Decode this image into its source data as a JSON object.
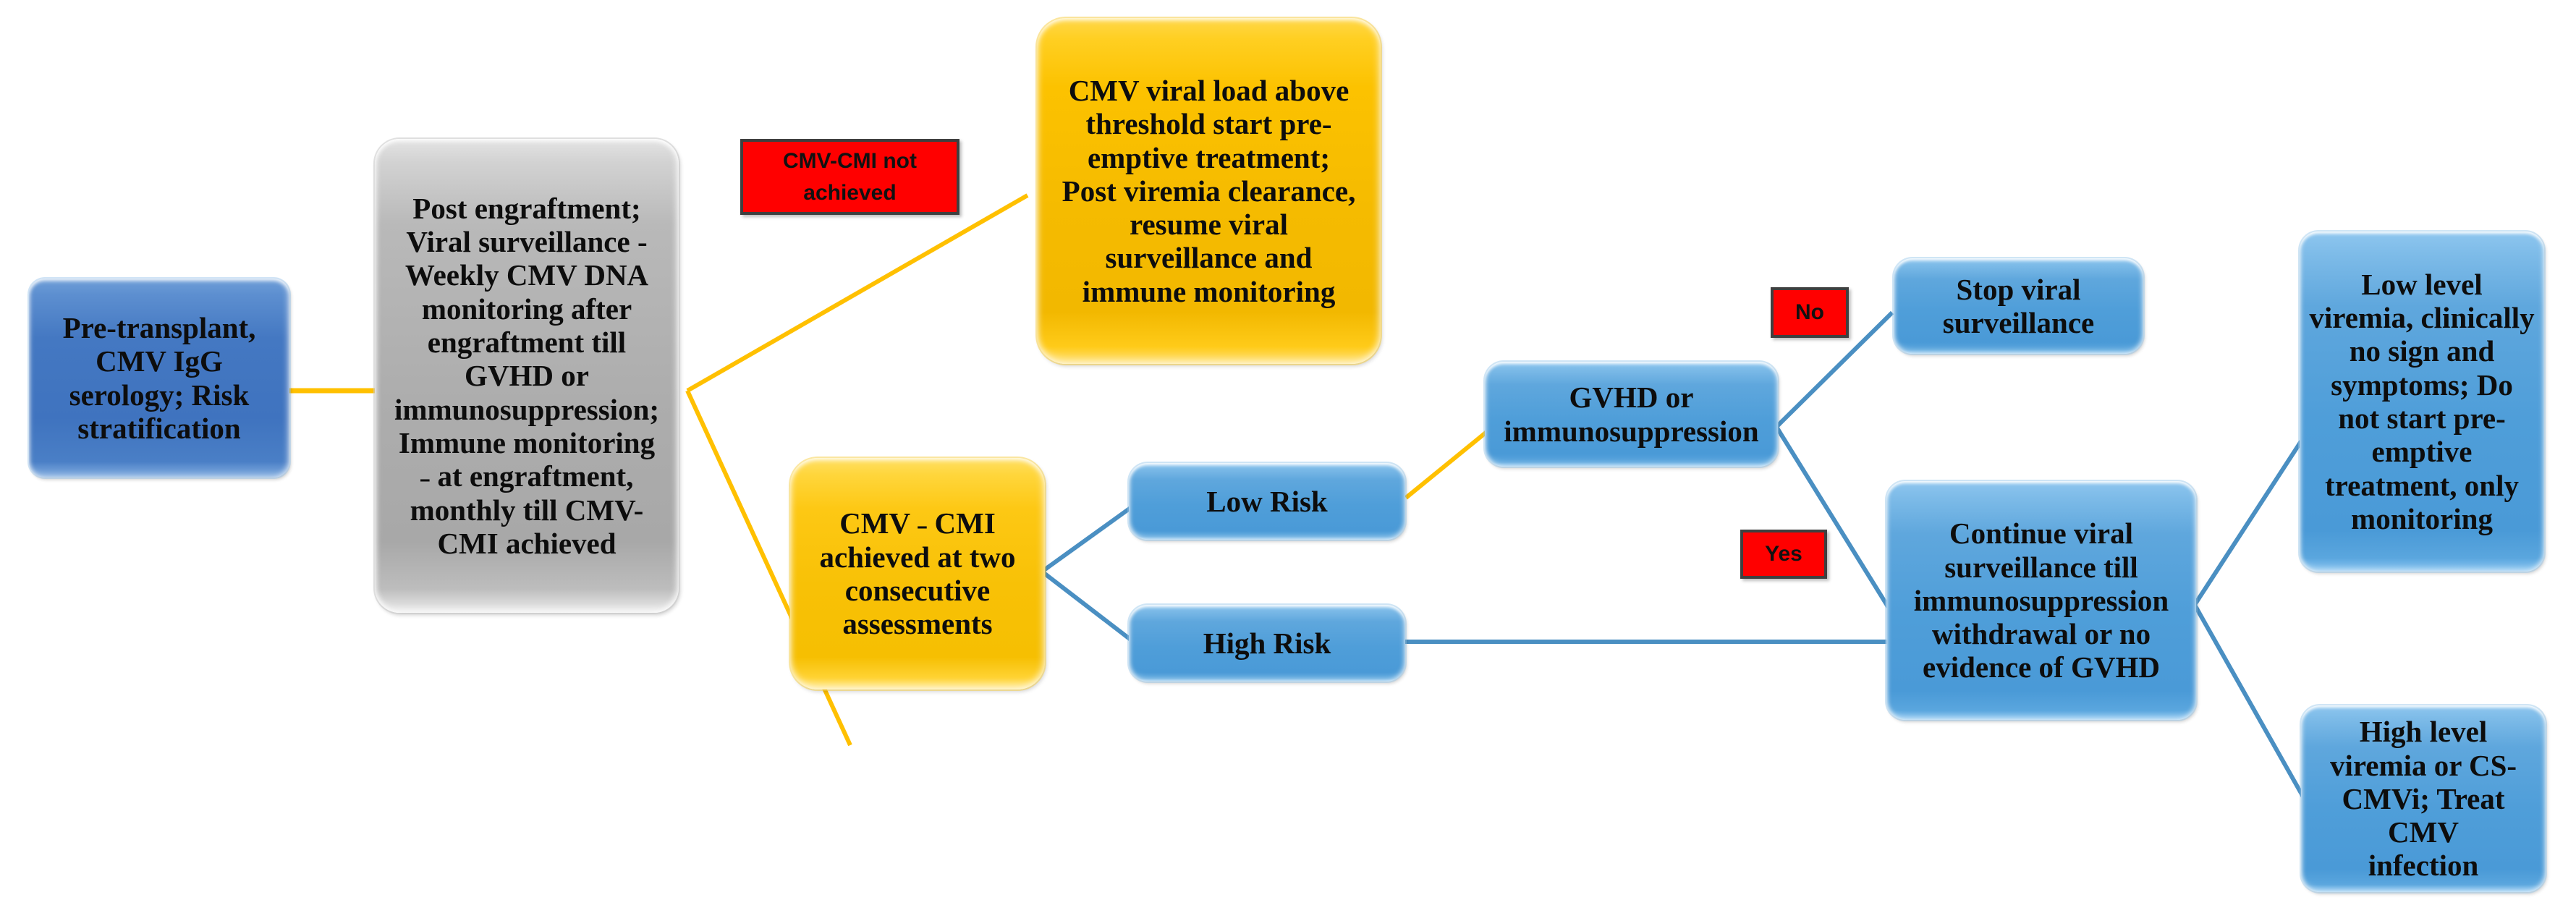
{
  "diagram": {
    "title": "CMV surveillance and pre-emptive treatment algorithm",
    "colors": {
      "blue": "#4f9ed9",
      "blue_dark": "#3f73bf",
      "grey": "#adadad",
      "yellow": "#f5bb00",
      "yellow_light": "#f8c106",
      "red": "#ff0000",
      "edge_blue": "#4a8fc2",
      "edge_yellow": "#ffc000"
    },
    "nodes": [
      {
        "id": "pre-transplant",
        "shape": "rounded-rect",
        "style": "blue-dark",
        "label": "Pre-transplant,\nCMV IgG\nserology; Risk\nstratification"
      },
      {
        "id": "post-engraftment",
        "shape": "rounded-rect",
        "style": "grey",
        "label": "Post engraftment;\nViral surveillance -\nWeekly CMV DNA\nmonitoring after\nengraftment till\nGVHD or\nimmunosuppression;\nImmune monitoring\n˗ at engraftment,\nmonthly till CMV-\nCMI achieved"
      },
      {
        "id": "cmi-not-achieved",
        "shape": "rect",
        "style": "red",
        "label": "CMV-CMI not\nachieved"
      },
      {
        "id": "viral-load-above-threshold",
        "shape": "rounded-rect",
        "style": "yellow",
        "label": "CMV viral load above\nthreshold start pre-\nemptive treatment;\nPost viremia clearance,\nresume viral\nsurveillance and\nimmune monitoring"
      },
      {
        "id": "cmi-achieved",
        "shape": "rounded-rect",
        "style": "yellow-light",
        "label": "CMV ˗ CMI\nachieved at two\nconsecutive\nassessments"
      },
      {
        "id": "low-risk",
        "shape": "rounded-rect",
        "style": "blue",
        "label": "Low Risk"
      },
      {
        "id": "high-risk",
        "shape": "rounded-rect",
        "style": "blue",
        "label": "High Risk"
      },
      {
        "id": "gvhd-or-immunosuppression",
        "shape": "rounded-rect",
        "style": "blue",
        "label": "GVHD or\nimmunosuppression"
      },
      {
        "id": "no-label",
        "shape": "rect",
        "style": "red",
        "label": "No"
      },
      {
        "id": "yes-label",
        "shape": "rect",
        "style": "red",
        "label": "Yes"
      },
      {
        "id": "stop-viral-surveillance",
        "shape": "rounded-rect",
        "style": "blue",
        "label": "Stop viral\nsurveillance"
      },
      {
        "id": "continue-viral-surveillance",
        "shape": "rounded-rect",
        "style": "blue",
        "label": "Continue viral\nsurveillance till\nimmunosuppression\nwithdrawal or no\nevidence of GVHD"
      },
      {
        "id": "low-level-viremia",
        "shape": "rounded-rect",
        "style": "blue",
        "label": "Low level\nviremia, clinically\nno sign and\nsymptoms; Do\nnot start pre-\nemptive\ntreatment, only\nmonitoring"
      },
      {
        "id": "high-level-viremia",
        "shape": "rounded-rect",
        "style": "blue",
        "label": "High level\nviremia or CS-\nCMVi; Treat CMV\ninfection"
      }
    ],
    "edges": [
      {
        "from": "pre-transplant",
        "to": "post-engraftment",
        "color": "#ffc000"
      },
      {
        "from": "post-engraftment",
        "to": "viral-load-above-threshold",
        "color": "#ffc000"
      },
      {
        "from": "post-engraftment",
        "to": "cmi-achieved",
        "color": "#ffc000"
      },
      {
        "from": "cmi-achieved",
        "to": "low-risk",
        "color": "#4a8fc2"
      },
      {
        "from": "cmi-achieved",
        "to": "high-risk",
        "color": "#4a8fc2"
      },
      {
        "from": "low-risk",
        "to": "gvhd-or-immunosuppression",
        "color": "#ffc000"
      },
      {
        "from": "gvhd-or-immunosuppression",
        "to": "stop-viral-surveillance",
        "color": "#4a8fc2",
        "label": "No"
      },
      {
        "from": "gvhd-or-immunosuppression",
        "to": "continue-viral-surveillance",
        "color": "#4a8fc2",
        "label": "Yes"
      },
      {
        "from": "high-risk",
        "to": "continue-viral-surveillance",
        "color": "#4a8fc2"
      },
      {
        "from": "continue-viral-surveillance",
        "to": "low-level-viremia",
        "color": "#4a8fc2"
      },
      {
        "from": "continue-viral-surveillance",
        "to": "high-level-viremia",
        "color": "#4a8fc2"
      }
    ]
  }
}
